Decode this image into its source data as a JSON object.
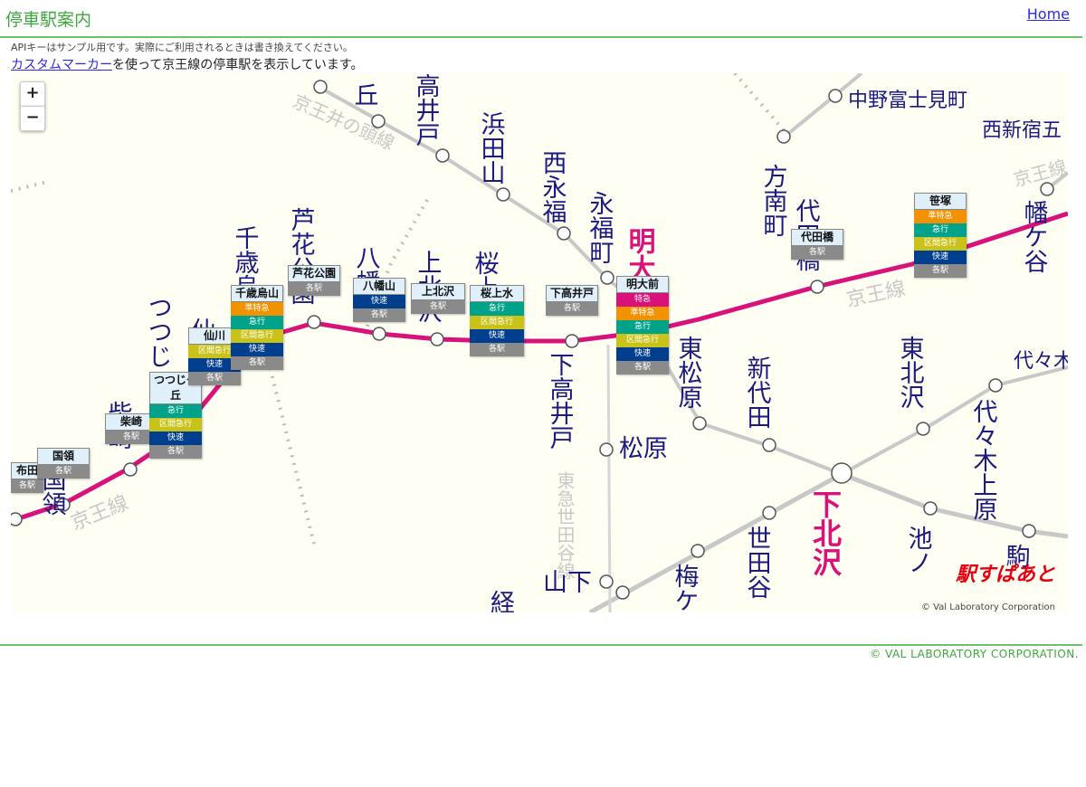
{
  "header": {
    "title": "停車駅案内",
    "home_label": "Home"
  },
  "notice": "APIキーはサンプル用です。実際にご利用されるときは書き換えてください。",
  "description": {
    "link": "カスタムマーカー",
    "rest": "を使って京王線の停車駅を表示しています。"
  },
  "map": {
    "zoom_in": "+",
    "zoom_out": "−",
    "line_color": "#d9117a",
    "line_labels": [
      "京王線",
      "京王線",
      "京王線",
      "京王井の頭線",
      "東急世田谷線"
    ],
    "station_labels": [
      "中野富士見町",
      "西新宿五",
      "方南町",
      "代田橋",
      "幡ケ谷",
      "笹塚",
      "浜田山",
      "西永福",
      "永福町",
      "高井戸",
      "丘",
      "明大前",
      "東松原",
      "新代田",
      "東北沢",
      "代々木上原",
      "代々木",
      "下北沢",
      "池ノ",
      "駒",
      "世田谷",
      "梅ケ",
      "山下",
      "松原",
      "下高井戸",
      "桜上水",
      "上北沢",
      "八幡山",
      "芦花公園",
      "千歳烏山",
      "つつじヶ丘",
      "仙川",
      "柴崎",
      "国領",
      "経"
    ],
    "logo": "駅すぱあと",
    "logo_copy": "© Val Laboratory Corporation"
  },
  "service_colors": {
    "特急": "#d9117a",
    "準特急": "#f39200",
    "急行": "#00a389",
    "区間急行": "#c9c21a",
    "快速": "#003f8e",
    "各駅": "#8a8a8a"
  },
  "markers": [
    {
      "name": "布田",
      "services": [
        "各駅"
      ]
    },
    {
      "name": "国領",
      "services": [
        "各駅"
      ]
    },
    {
      "name": "柴崎",
      "services": [
        "各駅"
      ]
    },
    {
      "name": "つつじケ丘",
      "services": [
        "急行",
        "区間急行",
        "快速",
        "各駅"
      ]
    },
    {
      "name": "仙川",
      "services": [
        "区間急行",
        "快速",
        "各駅"
      ]
    },
    {
      "name": "千歳烏山",
      "services": [
        "準特急",
        "急行",
        "区間急行",
        "快速",
        "各駅"
      ]
    },
    {
      "name": "芦花公園",
      "services": [
        "各駅"
      ]
    },
    {
      "name": "八幡山",
      "services": [
        "快速",
        "各駅"
      ]
    },
    {
      "name": "上北沢",
      "services": [
        "各駅"
      ]
    },
    {
      "name": "桜上水",
      "services": [
        "急行",
        "区間急行",
        "快速",
        "各駅"
      ]
    },
    {
      "name": "下高井戸",
      "services": [
        "各駅"
      ]
    },
    {
      "name": "明大前",
      "services": [
        "特急",
        "準特急",
        "急行",
        "区間急行",
        "快速",
        "各駅"
      ]
    },
    {
      "name": "代田橋",
      "services": [
        "各駅"
      ]
    },
    {
      "name": "笹塚",
      "services": [
        "準特急",
        "急行",
        "区間急行",
        "快速",
        "各駅"
      ]
    }
  ],
  "footer": {
    "copyright": "© VAL LABORATORY CORPORATION."
  }
}
